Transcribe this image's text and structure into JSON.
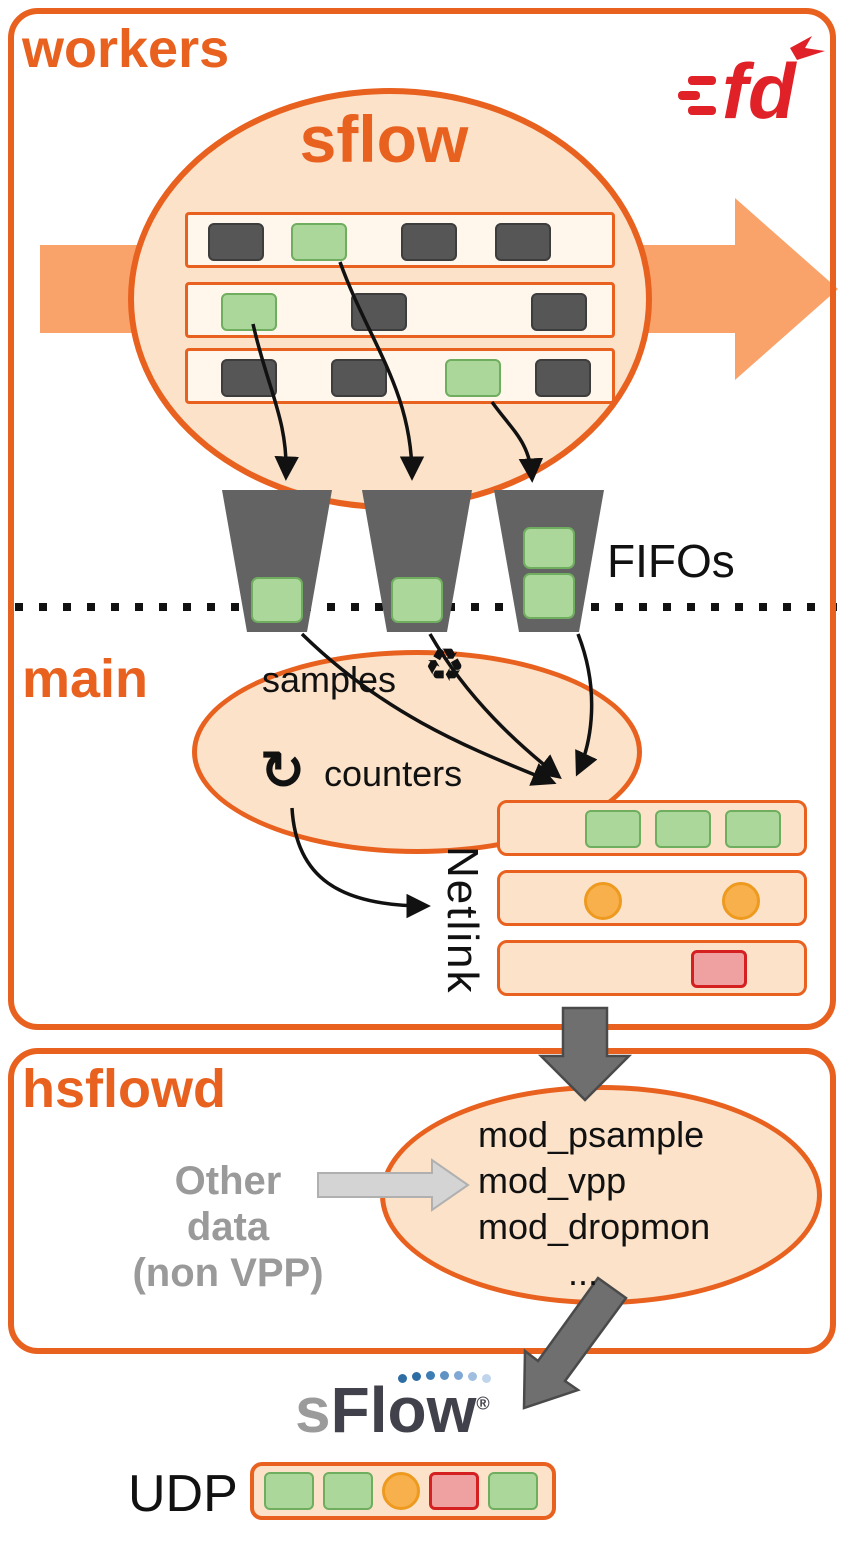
{
  "workers": {
    "label": "workers",
    "sflow_title": "sflow",
    "fifos_label": "FIFOs",
    "queue_rows": [
      [
        "gray",
        "green",
        "gray",
        "gray"
      ],
      [
        "green",
        "gray",
        "gray"
      ],
      [
        "gray",
        "gray",
        "green",
        "gray"
      ]
    ]
  },
  "main": {
    "label": "main",
    "samples_label": "samples",
    "counters_label": "counters",
    "netlink_label": "Netlink",
    "netlink_stack": [
      [
        "green",
        "green",
        "green"
      ],
      [
        "orange-circle",
        "orange-circle"
      ],
      [
        "red"
      ]
    ]
  },
  "hsflowd": {
    "label": "hsflowd",
    "modules": [
      "mod_psample",
      "mod_vpp",
      "mod_dropmon",
      "..."
    ],
    "other_data_line1": "Other data",
    "other_data_line2": "(non VPP)"
  },
  "footer": {
    "sflow_s": "s",
    "sflow_rest": "Flow",
    "reg": "®",
    "udp_label": "UDP",
    "udp_items": [
      "green",
      "green",
      "orange-circle",
      "red",
      "green"
    ]
  },
  "icons": {
    "recycle": "♻",
    "refresh": "↻"
  },
  "logo": {
    "fdio_text": "fd"
  },
  "colors": {
    "accent_orange": "#E8611F",
    "fill_peach": "#FBE2C9",
    "arrow_orange": "#F9A36B",
    "green": "#ACD79A",
    "dark_gray": "#565656",
    "red": "#D42020",
    "amber": "#F8B04C",
    "fdio_red": "#E02128",
    "sflow_blue": "#2E6DA4"
  }
}
